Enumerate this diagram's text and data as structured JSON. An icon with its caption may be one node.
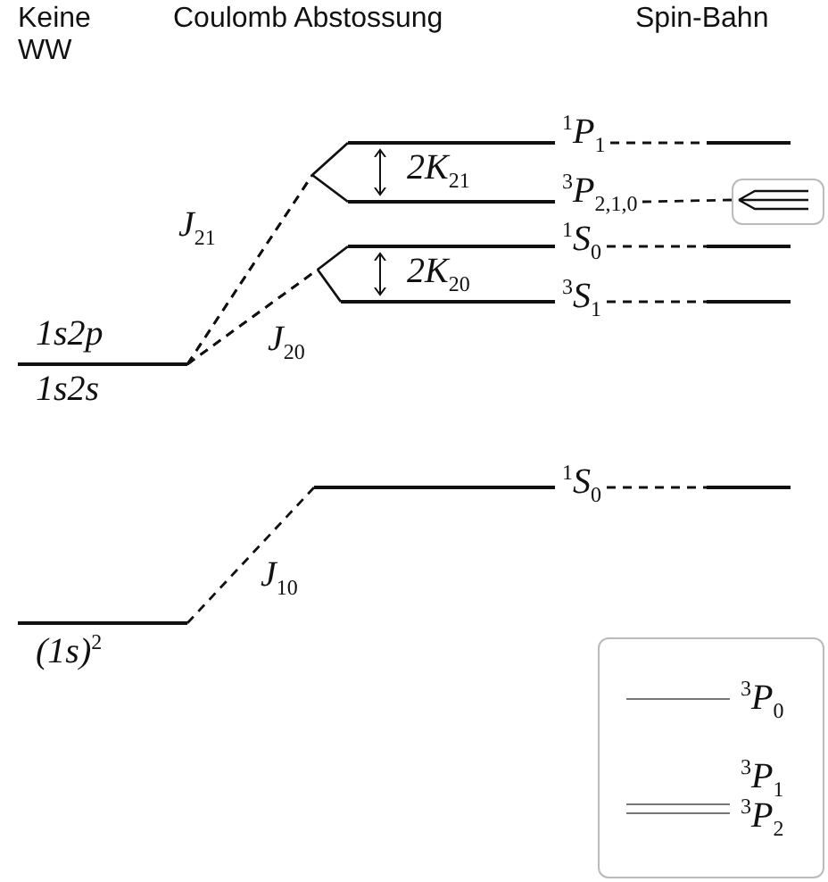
{
  "diagram": {
    "nodes": [
      {
        "text": [
          "(1s)$^{2}$"
        ]
      },
      {
        "text": [
          "1s2p",
          "1s2s"
        ]
      },
      {
        "text": [
          "$^{1}$P$_{1}$"
        ]
      },
      {
        "text": [
          "$^{3}$P$_{2,1,0}$"
        ]
      },
      {
        "text": [
          "$^{1}$S$_{0}$"
        ]
      },
      {
        "text": [
          "$^{3}$S$_{1}$"
        ]
      },
      {
        "text": [
          "$^{1}$S$_{0}$"
        ]
      },
      {
        "text": [],
        "shape": "bar"
      },
      {
        "text": [],
        "shape": "box"
      },
      {
        "text": [],
        "shape": "bar"
      },
      {
        "text": [],
        "shape": "bar"
      },
      {
        "text": [],
        "shape": "bar"
      },
      {
        "text": [],
        "shape": "box"
      },
      {
        "text": [
          "$^{3}$P$_{0}$"
        ],
        "in": 12
      },
      {
        "text": [
          "$^{3}$P$_{1}$",
          "$^{3}$P$_{2}$"
        ],
        "in": 12
      }
    ],
    "edges": [
      {
        "from": 0,
        "to": 6,
        "arrow": "none",
        "style": "dashed",
        "label": "J$_{10}$"
      },
      {
        "from": 1,
        "to": 2,
        "arrow": "none",
        "style": "dashed",
        "label": "J$_{21}$"
      },
      {
        "from": 1,
        "to": 3,
        "arrow": "none",
        "style": "dashed"
      },
      {
        "from": 1,
        "to": 4,
        "arrow": "none",
        "style": "dashed",
        "label": "J$_{20}$"
      },
      {
        "from": 1,
        "to": 5,
        "arrow": "none",
        "style": "dashed"
      },
      {
        "from": 2,
        "to": 7,
        "arrow": "none",
        "style": "dashed"
      },
      {
        "from": 3,
        "to": 8,
        "arrow": "none",
        "style": "dashed"
      },
      {
        "from": 4,
        "to": 9,
        "arrow": "none",
        "style": "dashed"
      },
      {
        "from": 5,
        "to": 10,
        "arrow": "none",
        "style": "dashed"
      },
      {
        "from": 6,
        "to": 11,
        "arrow": "none",
        "style": "dashed"
      }
    ],
    "labels": [
      "Keine WW",
      "Coulomb Abstossung",
      "Spin-Bahn",
      "2K$_{21}$",
      "2K$_{20}$"
    ]
  }
}
